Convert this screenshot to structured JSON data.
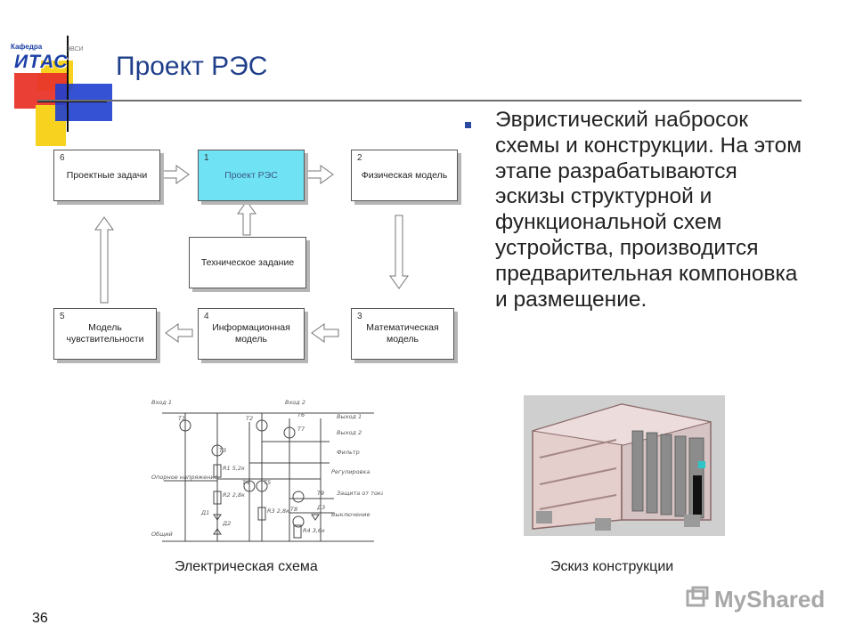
{
  "logo": {
    "small_top": "Кафедра",
    "brand": "ИТАС",
    "small_right": "ЭВСИ"
  },
  "title": "Проект РЭС",
  "bullet": "Эвристический набросок схемы и конструкции. На этом этапе разрабатываются эскизы структурной и функциональной схем устройства, производится предварительная компоновка и размещение.",
  "diagram": {
    "boxes": [
      {
        "num": "6",
        "label": "Проектные задачи"
      },
      {
        "num": "1",
        "label": "Проект РЭС"
      },
      {
        "num": "2",
        "label": "Физическая модель"
      },
      {
        "num": "",
        "label": "Техническое задание"
      },
      {
        "num": "5",
        "label": "Модель чувствительности"
      },
      {
        "num": "4",
        "label": "Информационная модель"
      },
      {
        "num": "3",
        "label": "Математическая модель"
      }
    ]
  },
  "schematic": {
    "labels": [
      "Вход 1",
      "Выход 1",
      "Выход 2",
      "Вход 2",
      "Фильтр",
      "Опорное напряжение",
      "Регулировка",
      "Защита от тока",
      "Выключение",
      "Общий",
      "Т1",
      "Т2",
      "Т3",
      "Т4",
      "Т5",
      "Т6",
      "Т7",
      "Т8",
      "Т9",
      "R1 5,2к",
      "R2 2,8к",
      "R3 2,8к",
      "R4 3,6к",
      "Д1",
      "Д2",
      "Д3"
    ]
  },
  "captions": {
    "left": "Электрическая схема",
    "right": "Эскиз конструкции"
  },
  "page_number": "36",
  "watermark": "MyShared",
  "colors": {
    "title": "#1f3f8a",
    "cyan_box": "#6fe2f4",
    "bullet": "#2b4aa0"
  }
}
